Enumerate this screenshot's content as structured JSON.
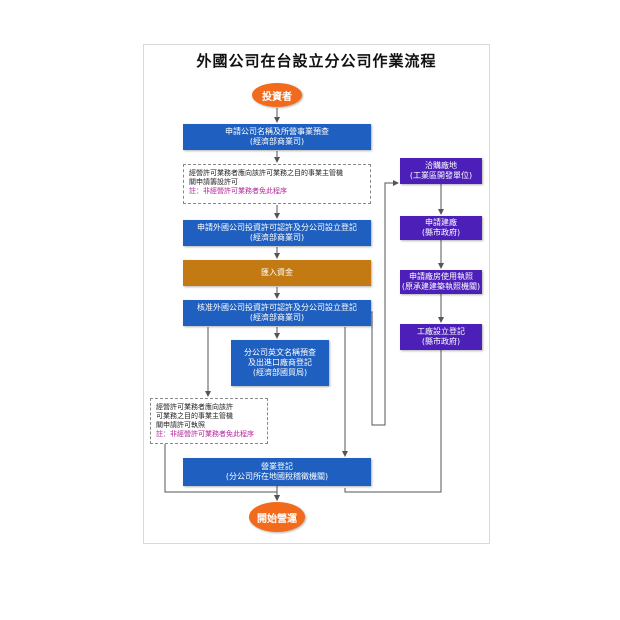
{
  "title": "外國公司在台設立分公司作業流程",
  "nodes": {
    "investor": "投資者",
    "apply_name": {
      "line1": "申請公司名稱及所營事業預查",
      "line2": "(經濟部商業司)"
    },
    "note1": {
      "line1": "經營許可業務者應向該許可業務之目的事業主管機",
      "line2": "關申請籌設許可",
      "warn": "註：非經營許可業務者免此程序"
    },
    "apply_investment": {
      "line1": "申請外國公司投資許可認許及分公司設立登記",
      "line2": "(經濟部商業司)"
    },
    "remit": "匯入資金",
    "approve": {
      "line1": "核准外國公司投資許可認許及分公司設立登記",
      "line2": "(經濟部商業司)"
    },
    "english_name": {
      "line1": "分公司英文名稱預查",
      "line2": "及出進口廠商登記",
      "line3": "(經濟部國貿局)"
    },
    "note2": {
      "line1": "經營許可業務者應向該許",
      "line2": "可業務之目的事業主管機",
      "line3": "關申請許可執照",
      "warn": "註：非經營許可業務者免此程序"
    },
    "business_reg": {
      "line1": "營業登記",
      "line2": "(分公司所在地國稅稽徵機關)"
    },
    "start": "開始營運",
    "land": {
      "line1": "洽購廠地",
      "line2": "(工業區開發單位)"
    },
    "build": {
      "line1": "申請建廠",
      "line2": "(縣市政府)"
    },
    "use_license": {
      "line1": "申請廠房使用執照",
      "line2": "(原承建建築執照機關)"
    },
    "factory_reg": {
      "line1": "工廠設立登記",
      "line2": "(縣市政府)"
    }
  },
  "colors": {
    "oval": "#f26a1b",
    "blue_box": "#1e5fbf",
    "orange_box": "#c47a12",
    "purple_box": "#4b1fb8",
    "note_warning": "#b5249c",
    "arrow": "#555555"
  }
}
